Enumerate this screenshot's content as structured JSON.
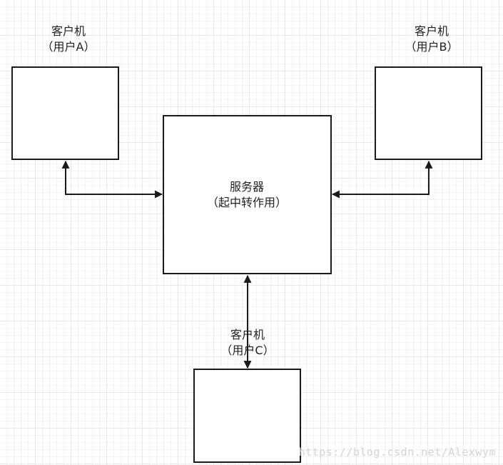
{
  "nodes": {
    "client_a": {
      "title": "客户机",
      "subtitle": "（用户A）"
    },
    "client_b": {
      "title": "客户机",
      "subtitle": "（用户B）"
    },
    "server": {
      "title": "服务器",
      "subtitle": "（起中转作用）"
    },
    "client_c": {
      "title": "客户机",
      "subtitle": "（用户C）"
    }
  },
  "edges": [
    {
      "from": "client_a",
      "to": "server",
      "direction": "both"
    },
    {
      "from": "client_b",
      "to": "server",
      "direction": "both"
    },
    {
      "from": "client_c",
      "to": "server",
      "direction": "both"
    }
  ],
  "watermark": "https://blog.csdn.net/Alexwym",
  "colors": {
    "stroke": "#1a1a1a",
    "grid": "#e8e8e8",
    "text": "#222222",
    "watermark": "#d4d4d4"
  }
}
